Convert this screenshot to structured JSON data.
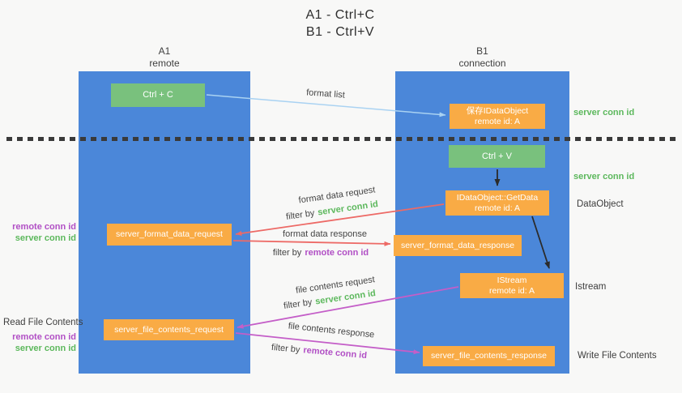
{
  "title": {
    "line1": "A1 - Ctrl+C",
    "line2": "B1 - Ctrl+V"
  },
  "lanes": {
    "a1": {
      "name": "A1",
      "sub": "remote"
    },
    "b1": {
      "name": "B1",
      "sub": "connection"
    }
  },
  "nodes": {
    "ctrl_c": {
      "label": "Ctrl + C"
    },
    "save_idataobject": {
      "line1": "保存IDataObject",
      "line2": "remote id: A"
    },
    "ctrl_v": {
      "label": "Ctrl + V"
    },
    "getdata": {
      "line1": "IDataObject::GetData",
      "line2": "remote id: A"
    },
    "format_request": {
      "label": "server_format_data_request"
    },
    "format_response": {
      "label": "server_format_data_response"
    },
    "istream": {
      "line1": "IStream",
      "line2": "remote id: A"
    },
    "file_request": {
      "label": "server_file_contents_request"
    },
    "file_response": {
      "label": "server_file_contents_response"
    }
  },
  "arrow_labels": {
    "format_list": "format list",
    "format_data_request": "format data request",
    "format_data_response": "format data response",
    "file_contents_request": "file contents request",
    "file_contents_response": "file contents response",
    "filter_by": "filter by",
    "server_conn_id": "server conn id",
    "remote_conn_id": "remote conn id"
  },
  "side_labels": {
    "server_conn_id_1": "server conn id",
    "server_conn_id_2": "server conn id",
    "dataobject": "DataObject",
    "istream": "Istream",
    "write_file_contents": "Write File Contents",
    "read_file_contents": "Read File Contents",
    "remote_conn_id_left_1": "remote conn id",
    "server_conn_id_left_1": "server conn id",
    "remote_conn_id_left_2": "remote conn id",
    "server_conn_id_left_2": "server conn id"
  },
  "colors": {
    "bg": "#f8f8f7",
    "panel_blue": "#4b87d9",
    "node_green": "#79c17d",
    "node_orange": "#f9ab45",
    "text_green": "#5cb85c",
    "text_purple": "#b14fc5",
    "text_dark": "#3d3d3d",
    "arrow_red": "#ed6a66",
    "arrow_magenta": "#c45ec8",
    "arrow_blue": "#a9d2f2",
    "arrow_black": "#2b2b2b",
    "divider": "#3a3a3a"
  }
}
